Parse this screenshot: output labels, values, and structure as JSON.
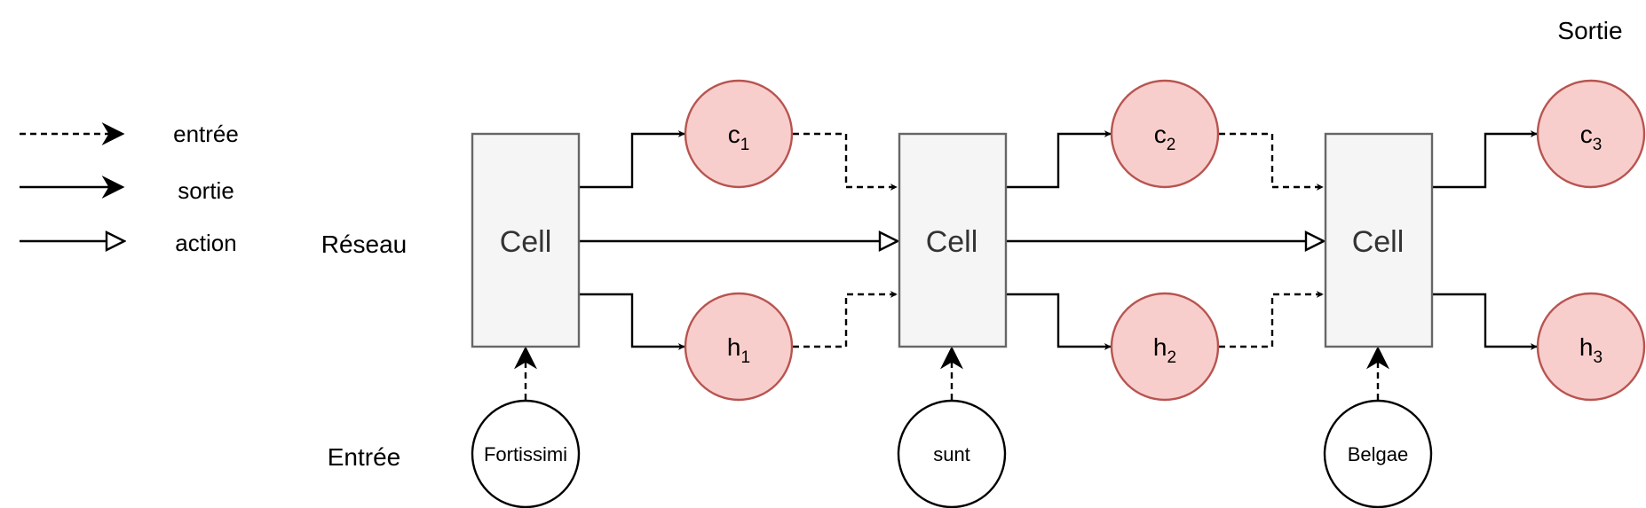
{
  "legend": {
    "input": "entrée",
    "output": "sortie",
    "action": "action"
  },
  "row_labels": {
    "network": "Réseau",
    "input": "Entrée",
    "output": "Sortie"
  },
  "cells": [
    {
      "label": "Cell"
    },
    {
      "label": "Cell"
    },
    {
      "label": "Cell"
    }
  ],
  "cell_states": [
    {
      "base": "c",
      "index": "1"
    },
    {
      "base": "c",
      "index": "2"
    },
    {
      "base": "c",
      "index": "3"
    }
  ],
  "hidden_states": [
    {
      "base": "h",
      "index": "1"
    },
    {
      "base": "h",
      "index": "2"
    },
    {
      "base": "h",
      "index": "3"
    }
  ],
  "inputs": [
    "Fortissimi",
    "sunt",
    "Belgae"
  ],
  "colors": {
    "cell_fill": "#f5f5f5",
    "cell_stroke": "#666666",
    "state_fill": "#f8cecc",
    "state_stroke": "#b85450",
    "input_fill": "#ffffff",
    "line": "#000000"
  }
}
